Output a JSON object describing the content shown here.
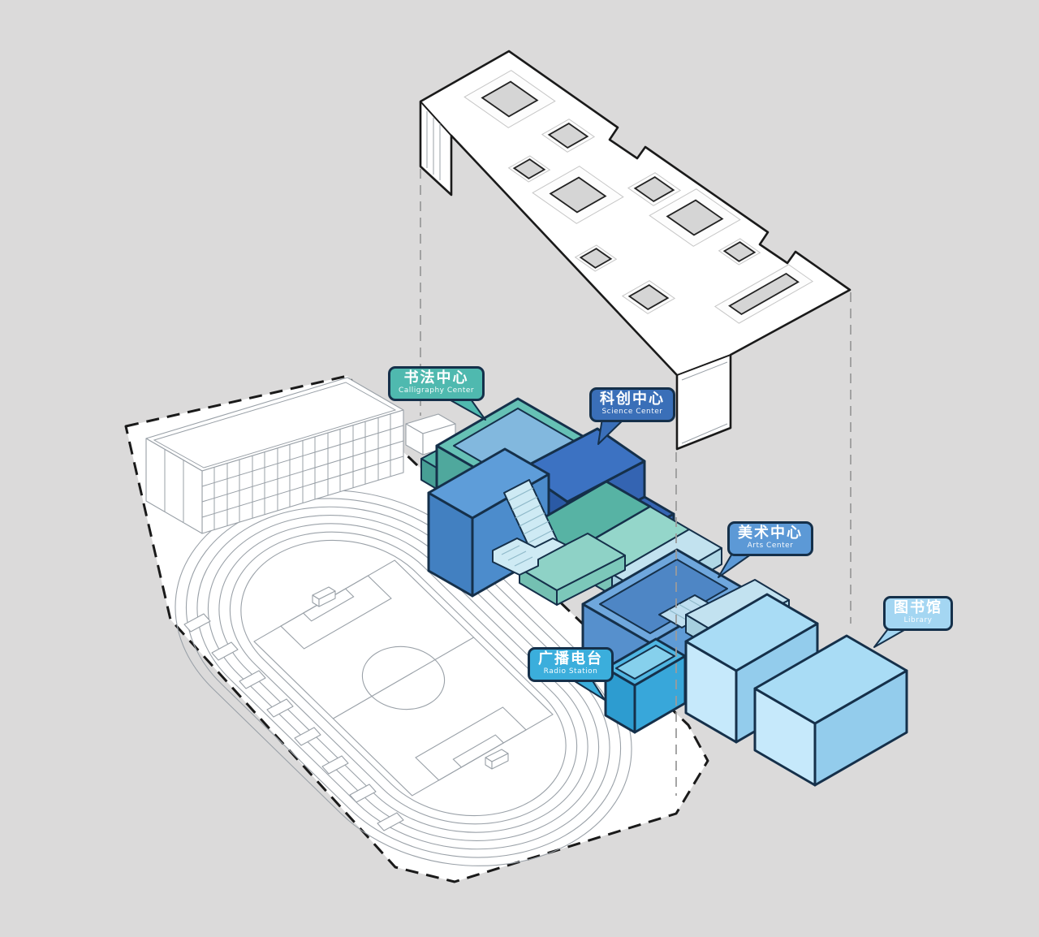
{
  "diagram": {
    "type": "campus-axonometric-exploded-diagram",
    "background_color": "#dbdada",
    "outline_color": "#15304a",
    "labels": [
      {
        "id": "calligraphy-center",
        "zh": "书法中心",
        "en": "Calligraphy Center",
        "color": "#4fb9af"
      },
      {
        "id": "science-center",
        "zh": "科创中心",
        "en": "Science  Center",
        "color": "#3a6fb8"
      },
      {
        "id": "arts-center",
        "zh": "美术中心",
        "en": "Arts Center",
        "color": "#5c99d6"
      },
      {
        "id": "radio-station",
        "zh": "广播电台",
        "en": "Radio Station",
        "color": "#3baedc"
      },
      {
        "id": "library",
        "zh": "图书馆",
        "en": "Library",
        "color": "#a4d6f2"
      }
    ],
    "building_colors": {
      "calligraphy_center": "#66c1b5",
      "science_center": "#3c72c2",
      "blue_annex": "#5e9dd9",
      "teal_podium": "#57b3a4",
      "arts_center": "#6fa7dd",
      "radio_station": "#4fb6e2",
      "library": "#a9dcf5",
      "stairs": "#ceeaf4",
      "roof_plate": "#ffffff",
      "skylight_gray": "#d5d5d5",
      "ground_plane": "#ffffff"
    }
  }
}
